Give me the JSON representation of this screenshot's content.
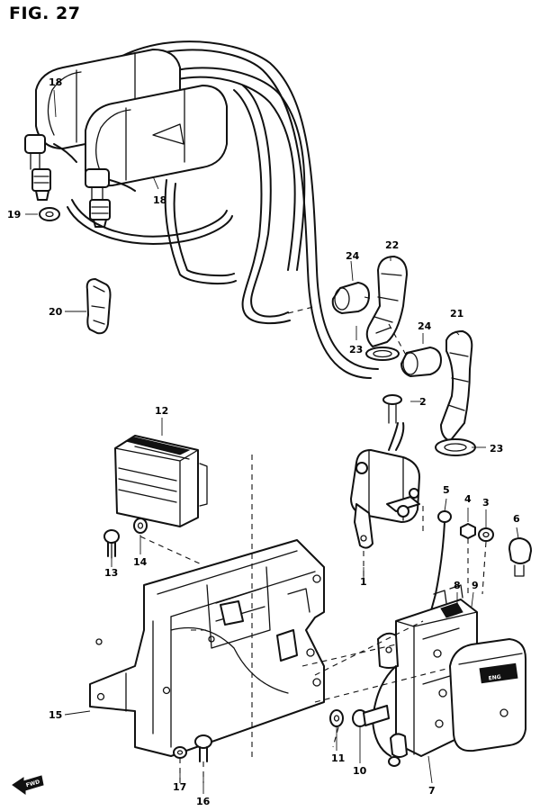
{
  "figure": {
    "title": "FIG. 27"
  },
  "callouts": {
    "c1": "1",
    "c2": "2",
    "c3": "3",
    "c4": "4",
    "c5": "5",
    "c6": "6",
    "c7": "7",
    "c8": "8",
    "c9": "9",
    "c10": "10",
    "c11": "11",
    "c12": "12",
    "c13": "13",
    "c14": "14",
    "c15": "15",
    "c16": "16",
    "c17": "17",
    "c18a": "18",
    "c18b": "18",
    "c19": "19",
    "c20": "20",
    "c21": "21",
    "c22": "22",
    "c23a": "23",
    "c23b": "23",
    "c24a": "24",
    "c24b": "24"
  },
  "unit_label": {
    "text": "ENG"
  },
  "front_arrow": {
    "text": "FWD"
  }
}
